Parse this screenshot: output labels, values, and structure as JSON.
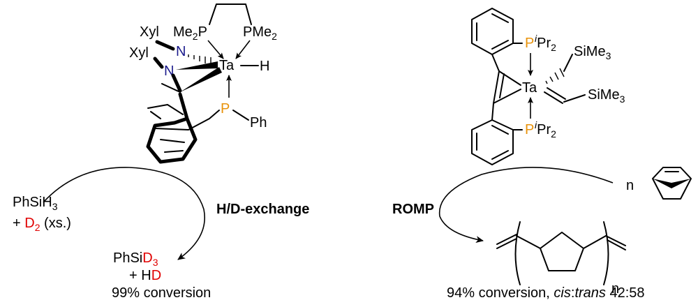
{
  "left": {
    "complex": {
      "top_ligand_left": "Me",
      "top_ligand_left_sub": "2",
      "top_ligand_left_p": "P",
      "top_ligand_right_p": "P",
      "top_ligand_right": "Me",
      "top_ligand_right_sub": "2",
      "xyl_1": "Xyl",
      "xyl_2": "Xyl",
      "n_1": "N",
      "n_2": "N",
      "metal": "Ta",
      "hydride": "H",
      "p_phenyl": "P",
      "phenyl": "Ph"
    },
    "reactant_line1": "PhSiH",
    "reactant_line1_sub": "3",
    "reactant_line2_prefix": "+ ",
    "reactant_line2_d": "D",
    "reactant_line2_sub": "2",
    "reactant_line2_suffix": " (xs.)",
    "reaction_label": "H/D-exchange",
    "product_line1_prefix": "PhSi",
    "product_line1_d": "D",
    "product_line1_sub": "3",
    "product_line2_prefix": "+ H",
    "product_line2_d": "D",
    "conversion": "99% conversion"
  },
  "right": {
    "complex": {
      "p_top": "P",
      "p_top_sup": "i",
      "p_top_suffix": "Pr",
      "p_top_sub": "2",
      "metal": "Ta",
      "sime3_top": "SiMe",
      "sime3_top_sub": "3",
      "sime3_right": "SiMe",
      "sime3_right_sub": "3",
      "p_bottom": "P",
      "p_bottom_sup": "i",
      "p_bottom_suffix": "Pr",
      "p_bottom_sub": "2"
    },
    "monomer_coefficient": "n",
    "reaction_label": "ROMP",
    "polymer_subscript": "n",
    "conversion_prefix": "94% conversion,  ",
    "conversion_cis": "cis",
    "conversion_colon": ":",
    "conversion_trans": "trans",
    "conversion_ratio": " 42:58"
  },
  "colors": {
    "deuterium": "#e00000",
    "nitrogen": "#1a1a8c",
    "phosphorus": "#e8920a"
  }
}
